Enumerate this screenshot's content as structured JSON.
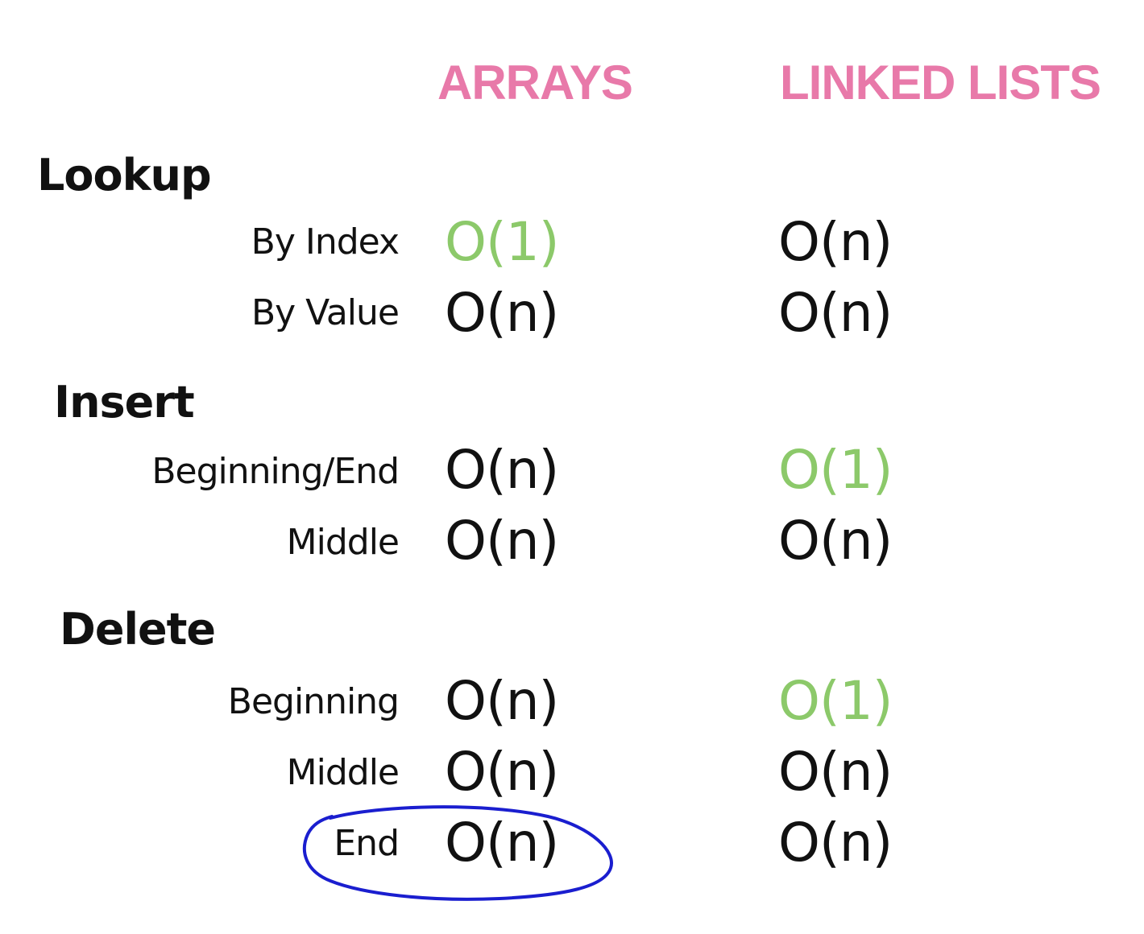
{
  "colors": {
    "header": "#e879a9",
    "fast": "#8cc96a",
    "normal": "#111111",
    "annotation": "#1a1ecf"
  },
  "columns": {
    "arrays": "ARRAYS",
    "linked_lists": "LINKED LISTS"
  },
  "sections": [
    {
      "title": "Lookup",
      "rows": [
        {
          "label": "By Index",
          "arrays": "O(1)",
          "linked_lists": "O(n)",
          "arrays_fast": true,
          "linked_lists_fast": false
        },
        {
          "label": "By Value",
          "arrays": "O(n)",
          "linked_lists": "O(n)",
          "arrays_fast": false,
          "linked_lists_fast": false
        }
      ]
    },
    {
      "title": "Insert",
      "rows": [
        {
          "label": "Beginning/End",
          "arrays": "O(n)",
          "linked_lists": "O(1)",
          "arrays_fast": false,
          "linked_lists_fast": true
        },
        {
          "label": "Middle",
          "arrays": "O(n)",
          "linked_lists": "O(n)",
          "arrays_fast": false,
          "linked_lists_fast": false
        }
      ]
    },
    {
      "title": "Delete",
      "rows": [
        {
          "label": "Beginning",
          "arrays": "O(n)",
          "linked_lists": "O(1)",
          "arrays_fast": false,
          "linked_lists_fast": true
        },
        {
          "label": "Middle",
          "arrays": "O(n)",
          "linked_lists": "O(n)",
          "arrays_fast": false,
          "linked_lists_fast": false
        },
        {
          "label": "End",
          "arrays": "O(n)",
          "linked_lists": "O(n)",
          "arrays_fast": false,
          "linked_lists_fast": false,
          "circled": true
        }
      ]
    }
  ]
}
